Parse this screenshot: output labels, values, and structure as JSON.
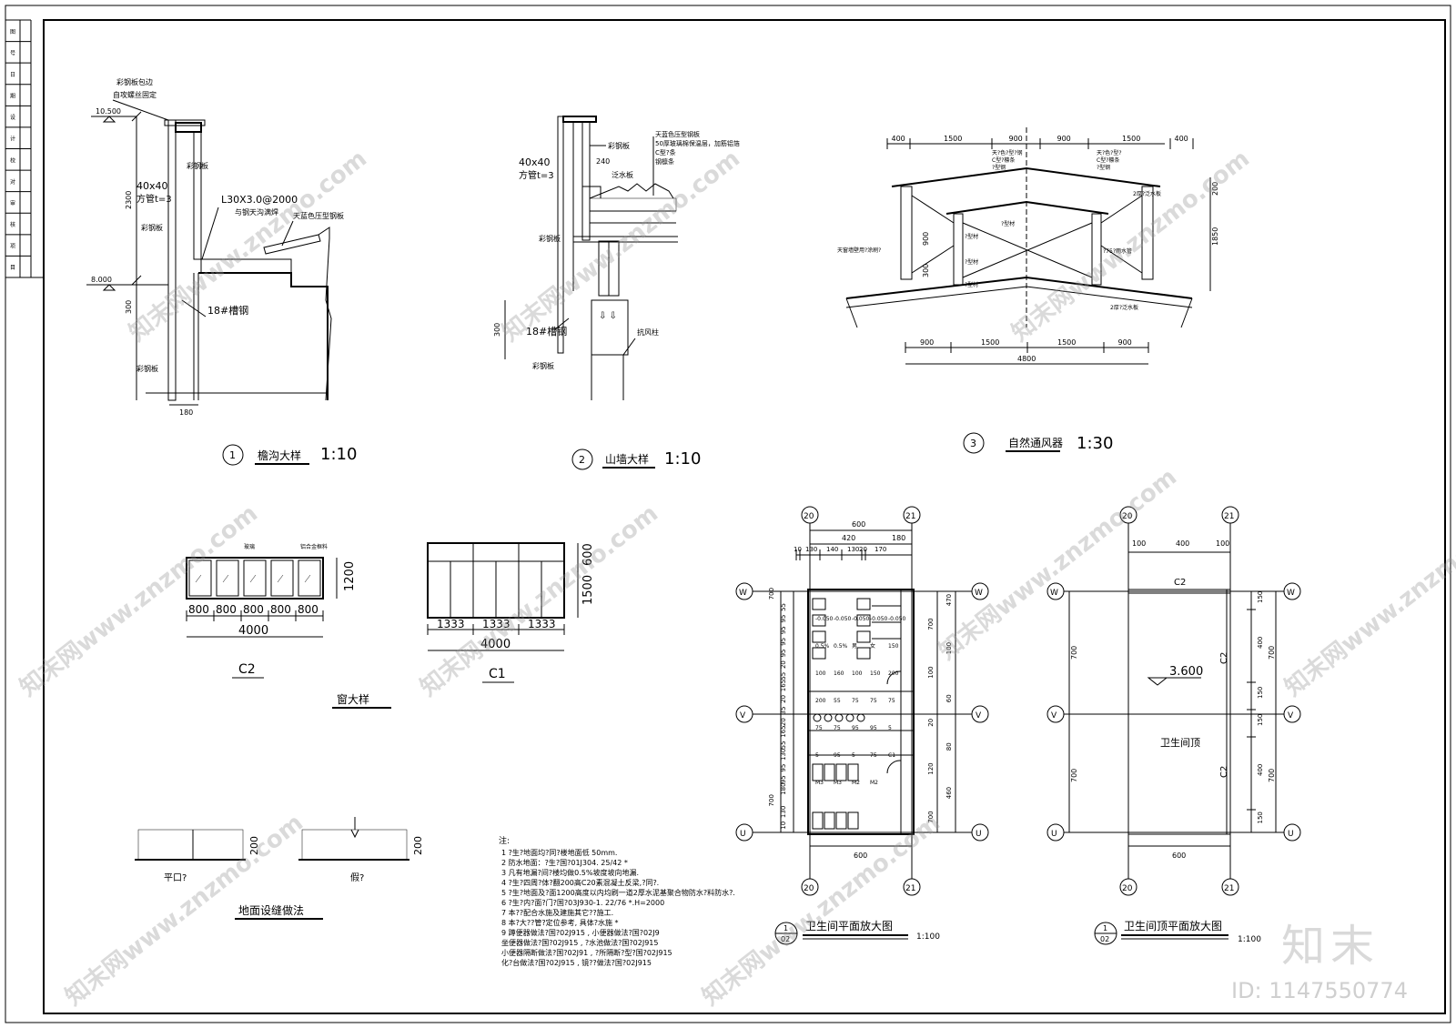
{
  "details": {
    "d1": {
      "num": "1",
      "title": "檐沟大样",
      "scale": "1:10",
      "labels": {
        "top_note": "彩钢板包边",
        "top_note2": "自攻螺丝固定",
        "elev_top": "10.500",
        "tube": "40x40",
        "tube2": "方管t=3",
        "angle": "L30X3.0@2000",
        "angle2": "与钢天沟满焊",
        "panel": "天蓝色压型钢板",
        "caigangban": "彩钢板",
        "caigangban2": "彩钢板",
        "caigangban3": "彩钢板",
        "elev_low": "8.000",
        "channel": "18#槽钢",
        "dim_2300": "2300",
        "dim_300": "300",
        "dim_180": "180"
      }
    },
    "d2": {
      "num": "2",
      "title": "山墙大样",
      "scale": "1:10",
      "labels": {
        "tube": "40x40",
        "tube2": "方管t=3",
        "caigangban": "彩钢板",
        "dim_240": "240",
        "flash": "泛水板",
        "note1": "天蓝色压型钢板",
        "note2": "50厚玻璃棉保温层，加筋铝箔",
        "note3": "C型?条",
        "note4": "钢檩条",
        "caigangban2": "彩钢板",
        "dim_300": "300",
        "channel": "18#槽钢",
        "caigangban3": "彩钢板",
        "col": "抗风柱"
      }
    },
    "d3": {
      "num": "3",
      "title": "自然通风器",
      "scale": "1:30",
      "dims_top": [
        "400",
        "1500",
        "900",
        "900",
        "1500",
        "400"
      ],
      "dims_bottom": [
        "900",
        "1500",
        "1500",
        "900"
      ],
      "total": "4800",
      "right_dims": [
        "200",
        "1850"
      ],
      "left_dims": [
        "900",
        "300"
      ],
      "labels": {
        "l1": "天?色?型?钢",
        "l2": "C型?檩条",
        "l3": "?型钢",
        "l4": "天?色?型?",
        "l5": "C型?檩条",
        "l6": "?型钢",
        "l7": "2厚?泛水板",
        "l8": "?型材",
        "l9": "?型材",
        "l10": "?型材",
        "l11": "?型材",
        "l12": "天窗墙壁用?涂刷?",
        "l13": "?75?雨水管",
        "l14": "2厚?泛水板"
      }
    }
  },
  "windows": {
    "title": "窗大样",
    "c2": {
      "name": "C2",
      "panes": [
        "800",
        "800",
        "800",
        "800",
        "800"
      ],
      "total": "4000",
      "height": "1200",
      "glass": "玻璃",
      "frame": "铝合金框料"
    },
    "c1": {
      "name": "C1",
      "panes": [
        "1333",
        "1333",
        "1333"
      ],
      "total": "4000",
      "h_top": "600",
      "h_bot": "1500"
    }
  },
  "joints": {
    "title": "地面设缝做法",
    "left": "平口?",
    "right": "假?",
    "dim": "200",
    "dim2": "200"
  },
  "notes": {
    "head": "注:",
    "items": [
      "1  ?生?地面均?同?楼地面低  50mm.",
      "2  防水地面：?生?国?01J304. 25/42 *",
      "3  凡有地漏?间?楼均做0.5%坡度坡向地漏.",
      "4  ?生?四周?体?翻200高C20素混凝土反梁,?同?.",
      "5  ?生?地面及?面1200高度以内均刷一道2厚水泥基聚合物防水?料防水?.",
      "6  ?生?内?面?门?国?03J930-1. 22/76 *.H=2000",
      "7  本??配合水施及建施其它??施工.",
      "8  本?大??管?定位参考, 具体?水施 *",
      "9    蹲便器做法?国?02J915       , 小便器做法?国?02J9",
      "      坐便器做法?国?02J915       , ?水池做法?国?02J915",
      "      小便器隔断做法?国?02J91      , ?所隔断?型?国?02J915",
      "      化?台做法?国?02J915       , 镜??做法?国?02J915"
    ]
  },
  "plan": {
    "title": "卫生间平面放大图",
    "num": "1",
    "sub": "02",
    "scale": "1:100",
    "axes": {
      "a20": "20",
      "a21": "21",
      "w": "W",
      "v": "V",
      "u": "U"
    },
    "top_dims": {
      "total": "600",
      "d1": "420",
      "d2": "180",
      "row": [
        "10",
        "130",
        "140",
        "130",
        "20",
        "170"
      ]
    },
    "left_dims": [
      "700",
      "55",
      "95",
      "95",
      "95",
      "95",
      "20",
      "55",
      "165",
      "20",
      "35",
      "20",
      "165",
      "55",
      "130",
      "95",
      "95",
      "180",
      "700",
      "130",
      "10"
    ],
    "right_dims": [
      "470",
      "700",
      "100",
      "100",
      "60",
      "20",
      "80",
      "120",
      "460",
      "700"
    ],
    "inner": [
      "-0.050",
      "-0.050",
      "-0.050",
      "-0.050",
      "-0.050",
      "0.5%",
      "0.5%",
      "男",
      "女",
      "150",
      "100",
      "160",
      "100",
      "150",
      "200",
      "200",
      "55",
      "75",
      "75",
      "75",
      "75",
      "75",
      "95",
      "95",
      "5",
      "5",
      "95",
      "5",
      "75",
      "C1",
      "M3",
      "M3",
      "M2",
      "M2"
    ],
    "bottom": "600"
  },
  "ceiling": {
    "title": "卫生间顶平面放大图",
    "num": "1",
    "sub": "02",
    "scale": "1:100",
    "top_dims": [
      "100",
      "400",
      "100"
    ],
    "c2": "C2",
    "c2r": "C2",
    "c2r2": "C2",
    "elev": "3.600",
    "room": "卫生间顶",
    "left_dims": [
      "700",
      "700"
    ],
    "right_dims": [
      "150",
      "400",
      "150",
      "150",
      "400",
      "150"
    ],
    "right_dims2": [
      "700",
      "700"
    ],
    "bottom": "600"
  },
  "watermark": {
    "site": "知末网www.znzmo.com",
    "brand": "知末",
    "id": "ID: 1147550774"
  },
  "titleblock": [
    "图",
    "号",
    "日",
    "期",
    "设",
    "计",
    "校",
    "对",
    "审",
    "核",
    "项",
    "目"
  ]
}
